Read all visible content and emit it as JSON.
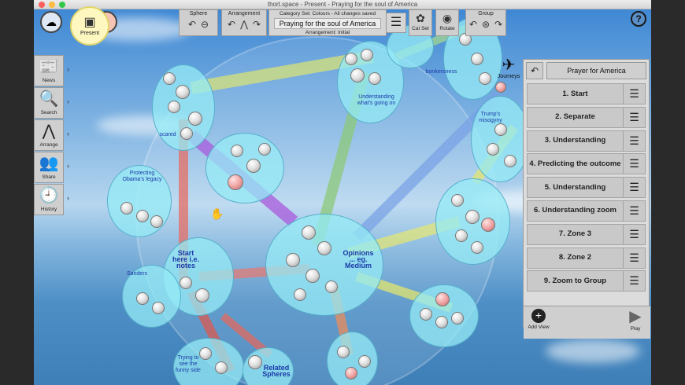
{
  "window": {
    "title": "thort.space - Present - Praying for the soul of America"
  },
  "toolbar": {
    "present_label": "Present",
    "sphere_label": "Sphere",
    "arrangement_label": "Arrangement",
    "category_line": "Category Set: Colours - All changes saved",
    "map_title": "Praying for the soul of America",
    "arrangement_line": "Arrangement: Initial",
    "catset_label": "Cat Set",
    "rotate_label": "Rotate",
    "group_label": "Group",
    "help_label": "?"
  },
  "left_toolbar": [
    {
      "label": "News",
      "icon": "news-icon",
      "glyph": "📰"
    },
    {
      "label": "Search",
      "icon": "search-icon",
      "glyph": "🔍"
    },
    {
      "label": "Arrange",
      "icon": "arrange-icon",
      "glyph": "⋀"
    },
    {
      "label": "Share",
      "icon": "share-icon",
      "glyph": "👥"
    },
    {
      "label": "History",
      "icon": "history-icon",
      "glyph": "🕘"
    }
  ],
  "journeys_label": "Journeys",
  "panel": {
    "title": "Prayer for America",
    "views": [
      "1. Start",
      "2. Separate",
      "3. Understanding",
      "4. Predicting the outcome",
      "5. Understanding",
      "6. Understanding zoom",
      "7. Zone 3",
      "8. Zone 2",
      "9. Zoom to Group"
    ],
    "add_view_label": "Add View",
    "play_label": "Play"
  },
  "spheres": {
    "scared": "scared",
    "obama": "Protecting Obama's legacy",
    "start_here": "Start here i.e. notes",
    "sanders": "Sanders",
    "opinions": "Opinions ... eg. Medium",
    "understanding": "Understanding what's going on",
    "bonkersness": "bonkersness",
    "trump": "Trump's misogyny",
    "funny": "Trying to see the funny side",
    "related": "Related Spheres"
  },
  "colors": {
    "accent": "#1a3aa8",
    "sphere_fill": "#96ebf5",
    "panel_bg": "#dcdcdc"
  }
}
